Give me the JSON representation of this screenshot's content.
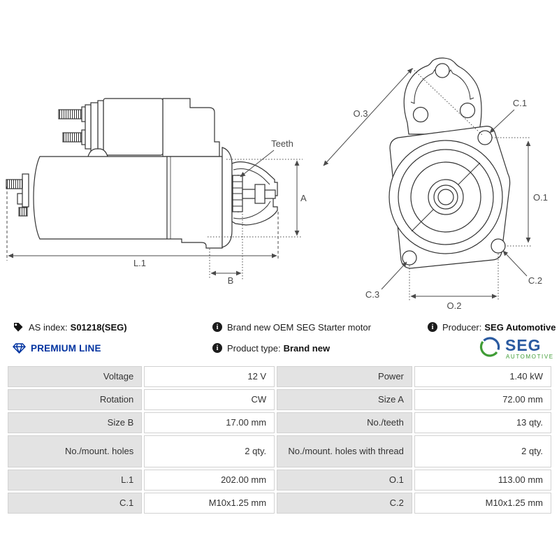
{
  "info": {
    "as_index": {
      "label": "AS index:",
      "value": "S01218(SEG)"
    },
    "premium_line": "PREMIUM LINE",
    "description": "Brand new OEM SEG Starter motor",
    "product_type": {
      "label": "Product type:",
      "value": "Brand new"
    },
    "producer": {
      "label": "Producer:",
      "value": "SEG Automotive"
    }
  },
  "logo": {
    "brand": "SEG",
    "subtitle": "AUTOMOTIVE",
    "blue": "#2a5aa0",
    "green": "#3f9c35"
  },
  "drawing": {
    "views": [
      "starter-motor-side-view",
      "starter-motor-front-view"
    ],
    "labels": {
      "teeth": "Teeth",
      "a": "A",
      "l1": "L.1",
      "b": "B",
      "o3": "O.3",
      "c1": "C.1",
      "o1": "O.1",
      "c2": "C.2",
      "c3": "C.3",
      "o2": "O.2"
    }
  },
  "colors": {
    "premium_blue": "#0033a0",
    "line": "#333333",
    "dim": "#4a4a4a",
    "table_label_bg": "#e3e3e3",
    "table_border": "#d2d2d2"
  },
  "spec_table": {
    "rows": [
      [
        {
          "label": "Voltage",
          "value": "12 V"
        },
        {
          "label": "Power",
          "value": "1.40 kW"
        }
      ],
      [
        {
          "label": "Rotation",
          "value": "CW"
        },
        {
          "label": "Size A",
          "value": "72.00 mm"
        }
      ],
      [
        {
          "label": "Size B",
          "value": "17.00 mm"
        },
        {
          "label": "No./teeth",
          "value": "13 qty."
        }
      ],
      [
        {
          "label": "No./mount. holes",
          "value": "2 qty."
        },
        {
          "label": "No./mount. holes with thread",
          "value": "2 qty."
        }
      ],
      [
        {
          "label": "L.1",
          "value": "202.00 mm"
        },
        {
          "label": "O.1",
          "value": "113.00 mm"
        }
      ],
      [
        {
          "label": "C.1",
          "value": "M10x1.25 mm"
        },
        {
          "label": "C.2",
          "value": "M10x1.25 mm"
        }
      ]
    ]
  }
}
